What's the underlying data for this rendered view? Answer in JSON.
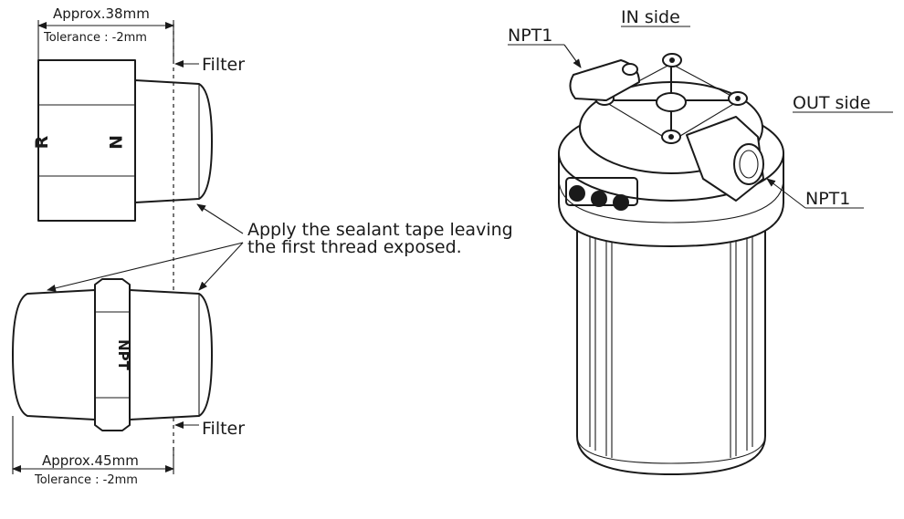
{
  "fitting_top": {
    "dimension": "Approx.38mm",
    "tolerance": "Tolerance : -2mm",
    "filter_label": "Filter",
    "mark_n": "N",
    "mark_r": "R"
  },
  "fitting_bottom": {
    "dimension": "Approx.45mm",
    "tolerance": "Tolerance : -2mm",
    "filter_label": "Filter",
    "mark": "NPT"
  },
  "instruction": {
    "line1": "Apply the sealant tape leaving",
    "line2": "the first thread exposed."
  },
  "housing": {
    "in_side": "IN side",
    "out_side": "OUT side",
    "npt_in": "NPT1",
    "npt_out": "NPT1"
  }
}
